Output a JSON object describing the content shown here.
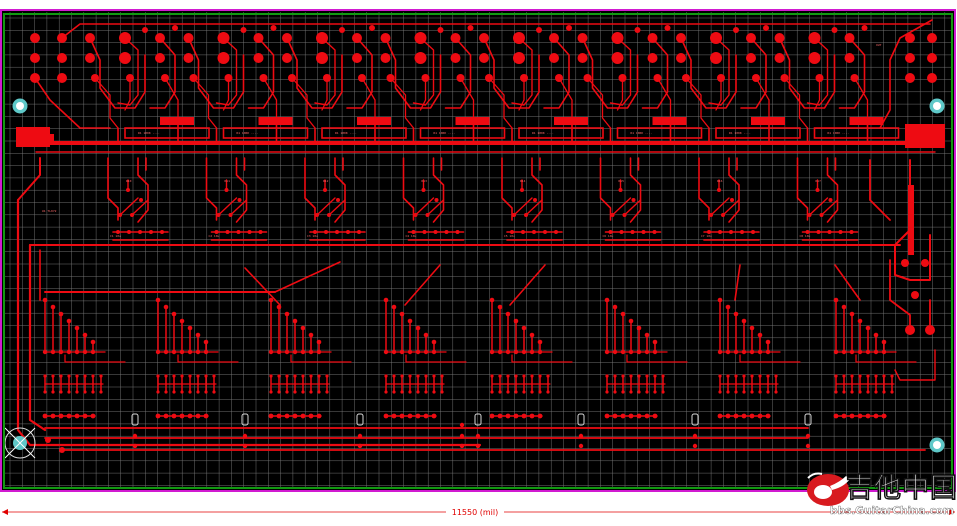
{
  "board": {
    "name": "pcb-layout",
    "dimension_label": "11550 (mil)"
  },
  "watermark": {
    "logo_text": "吉他中国",
    "url": "bbs.GuitarChina.com"
  },
  "colors": {
    "background": "#000000",
    "outline": "#d11ad1",
    "keepout": "#119911",
    "copper": "#ee0b12",
    "grid": "#7c7c7c",
    "hole": "#5ec8c8",
    "dimension": "#e00000"
  }
}
